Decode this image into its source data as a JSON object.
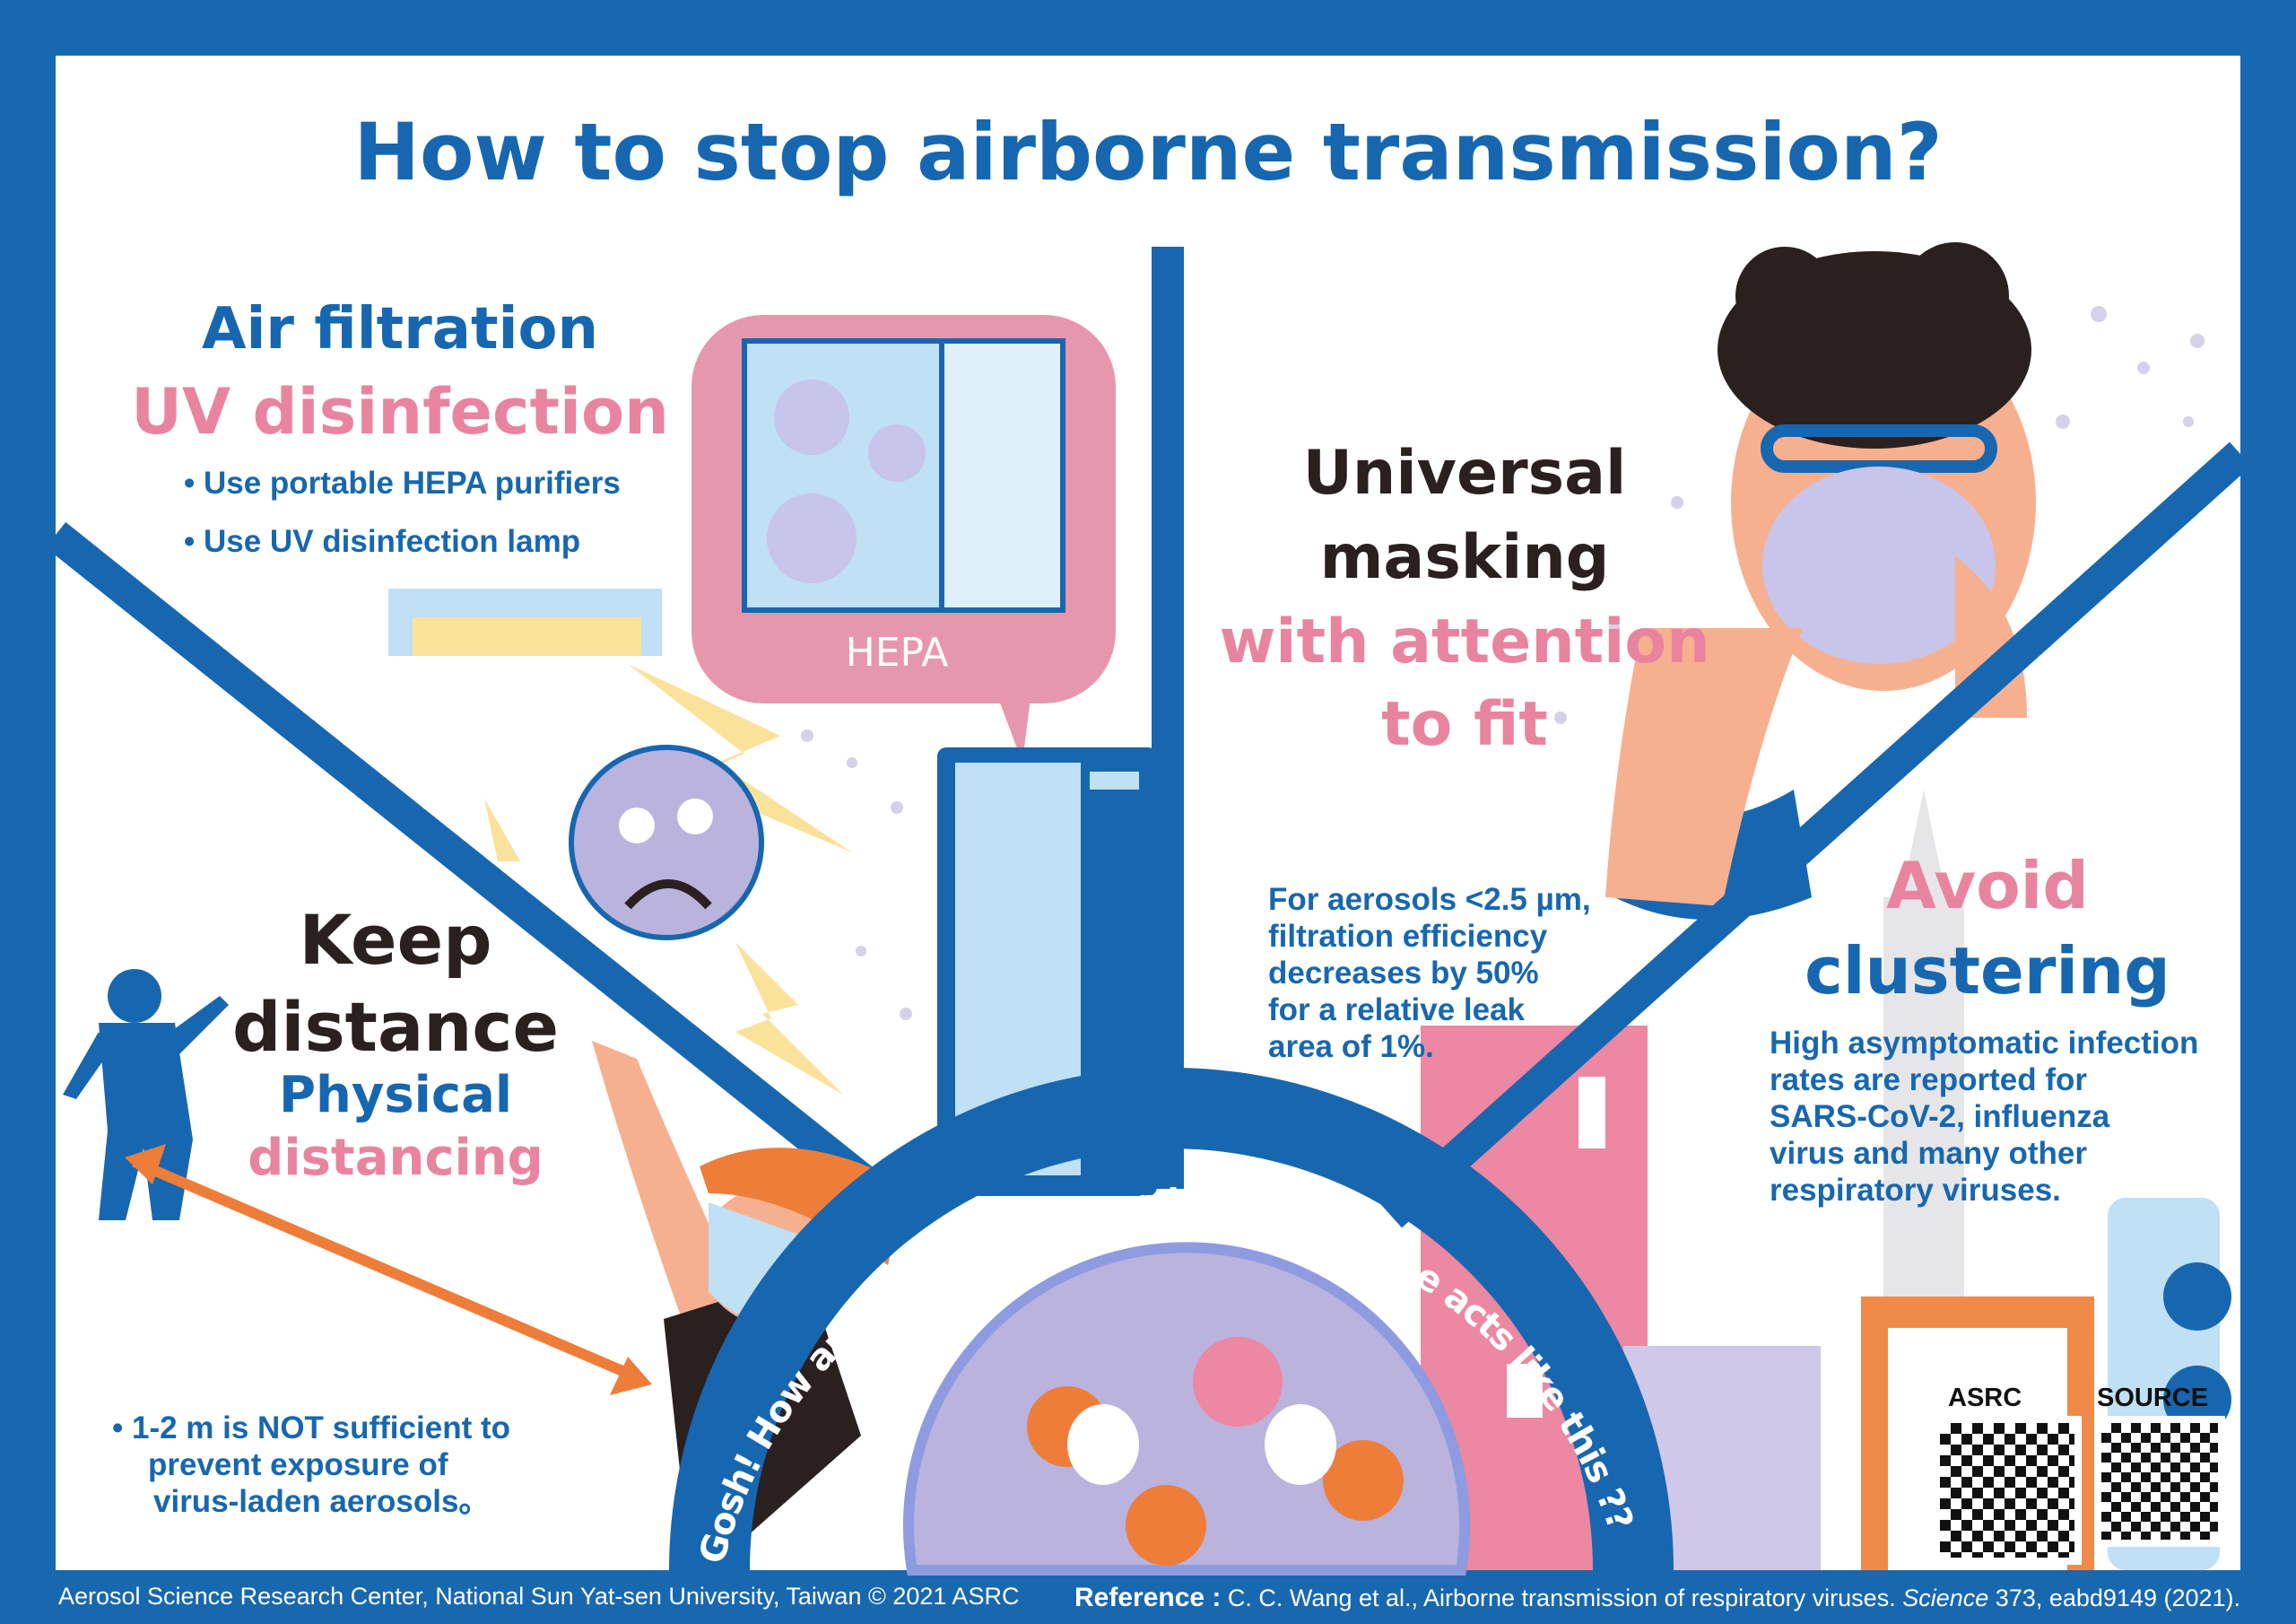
{
  "title": "How to stop airborne transmission?",
  "air": {
    "heading1": "Air filtration",
    "heading2": "UV disinfection",
    "bullets": [
      "Use portable HEPA purifiers",
      "Use UV disinfection lamp"
    ],
    "hepa_label": "HEPA"
  },
  "mask": {
    "line1": "Universal",
    "line2": "masking",
    "line3": "with attention",
    "line4": "to fit",
    "note": [
      "For aerosols <2.5 µm,",
      "filtration efficiency",
      "decreases by 50%",
      "for a relative leak",
      "area of 1%."
    ]
  },
  "cluster": {
    "line1": "Avoid",
    "line2": "clustering",
    "note": [
      "High asymptomatic infection",
      "rates are reported for",
      "SARS-CoV-2, influenza",
      "virus and many other",
      "respiratory viruses."
    ]
  },
  "distance": {
    "line1": "Keep",
    "line2": "distance",
    "line3": "Physical",
    "line4": "distancing",
    "note": [
      "1-2 m is NOT sufficient to",
      "prevent exposure of",
      "virus-laden aerosols。"
    ]
  },
  "arch_text": "Gosh! How are we going to survive if everyone acts like this ??",
  "qr": {
    "asrc_label": "ASRC",
    "source_label": "SOURCE"
  },
  "footer": {
    "credit": "Aerosol Science Research Center, National Sun Yat-sen University, Taiwan © 2021 ASRC",
    "reference_label": "Reference :",
    "reference_text": "C. C. Wang et al., Airborne transmission of respiratory viruses.",
    "journal": "Science",
    "citation": "373, eabd9149 (2021)."
  },
  "colors": {
    "blue": "#1767b0",
    "pink": "#e8849f",
    "dark": "#2a2020",
    "orange": "#ee7d3a",
    "lavender": "#b9b3de"
  }
}
